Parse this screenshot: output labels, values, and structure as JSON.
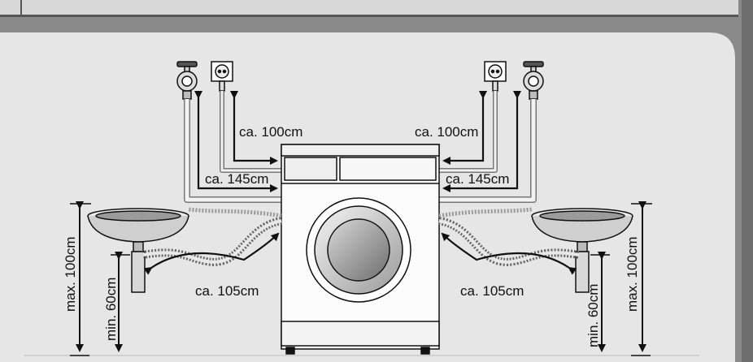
{
  "labels": {
    "power_left": "ca. 100cm",
    "power_right": "ca. 100cm",
    "water_left": "ca. 145cm",
    "water_right": "ca. 145cm",
    "drain_left": "ca. 105cm",
    "drain_right": "ca. 105cm",
    "height_max_left": "max. 100cm",
    "height_max_right": "max. 100cm",
    "height_min_left": "min. 60cm",
    "height_min_right": "min. 60cm"
  },
  "colors": {
    "panel": "#e6e6e6",
    "frame": "#8a8a8a",
    "line": "#111111"
  }
}
